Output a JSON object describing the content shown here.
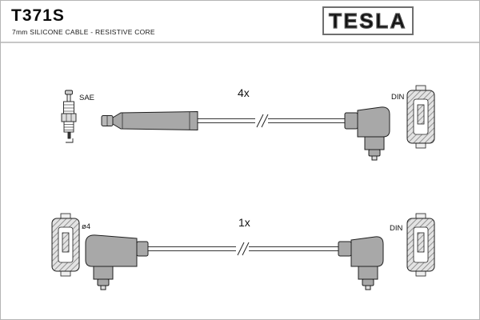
{
  "header": {
    "part_number": "T371S",
    "subtitle": "7mm SILICONE CABLE - RESISTIVE CORE",
    "brand": "TESLA"
  },
  "rows": [
    {
      "quantity": "4x",
      "left_connector": "SAE",
      "right_connector": "DIN"
    },
    {
      "quantity": "1x",
      "left_connector": "ø4",
      "right_connector": "DIN"
    }
  ],
  "colors": {
    "boot_fill": "#a8a8a8",
    "outline": "#1f1f1f",
    "hatch": "#8a8a8a",
    "logo_stroke": "#4f4f4f"
  }
}
